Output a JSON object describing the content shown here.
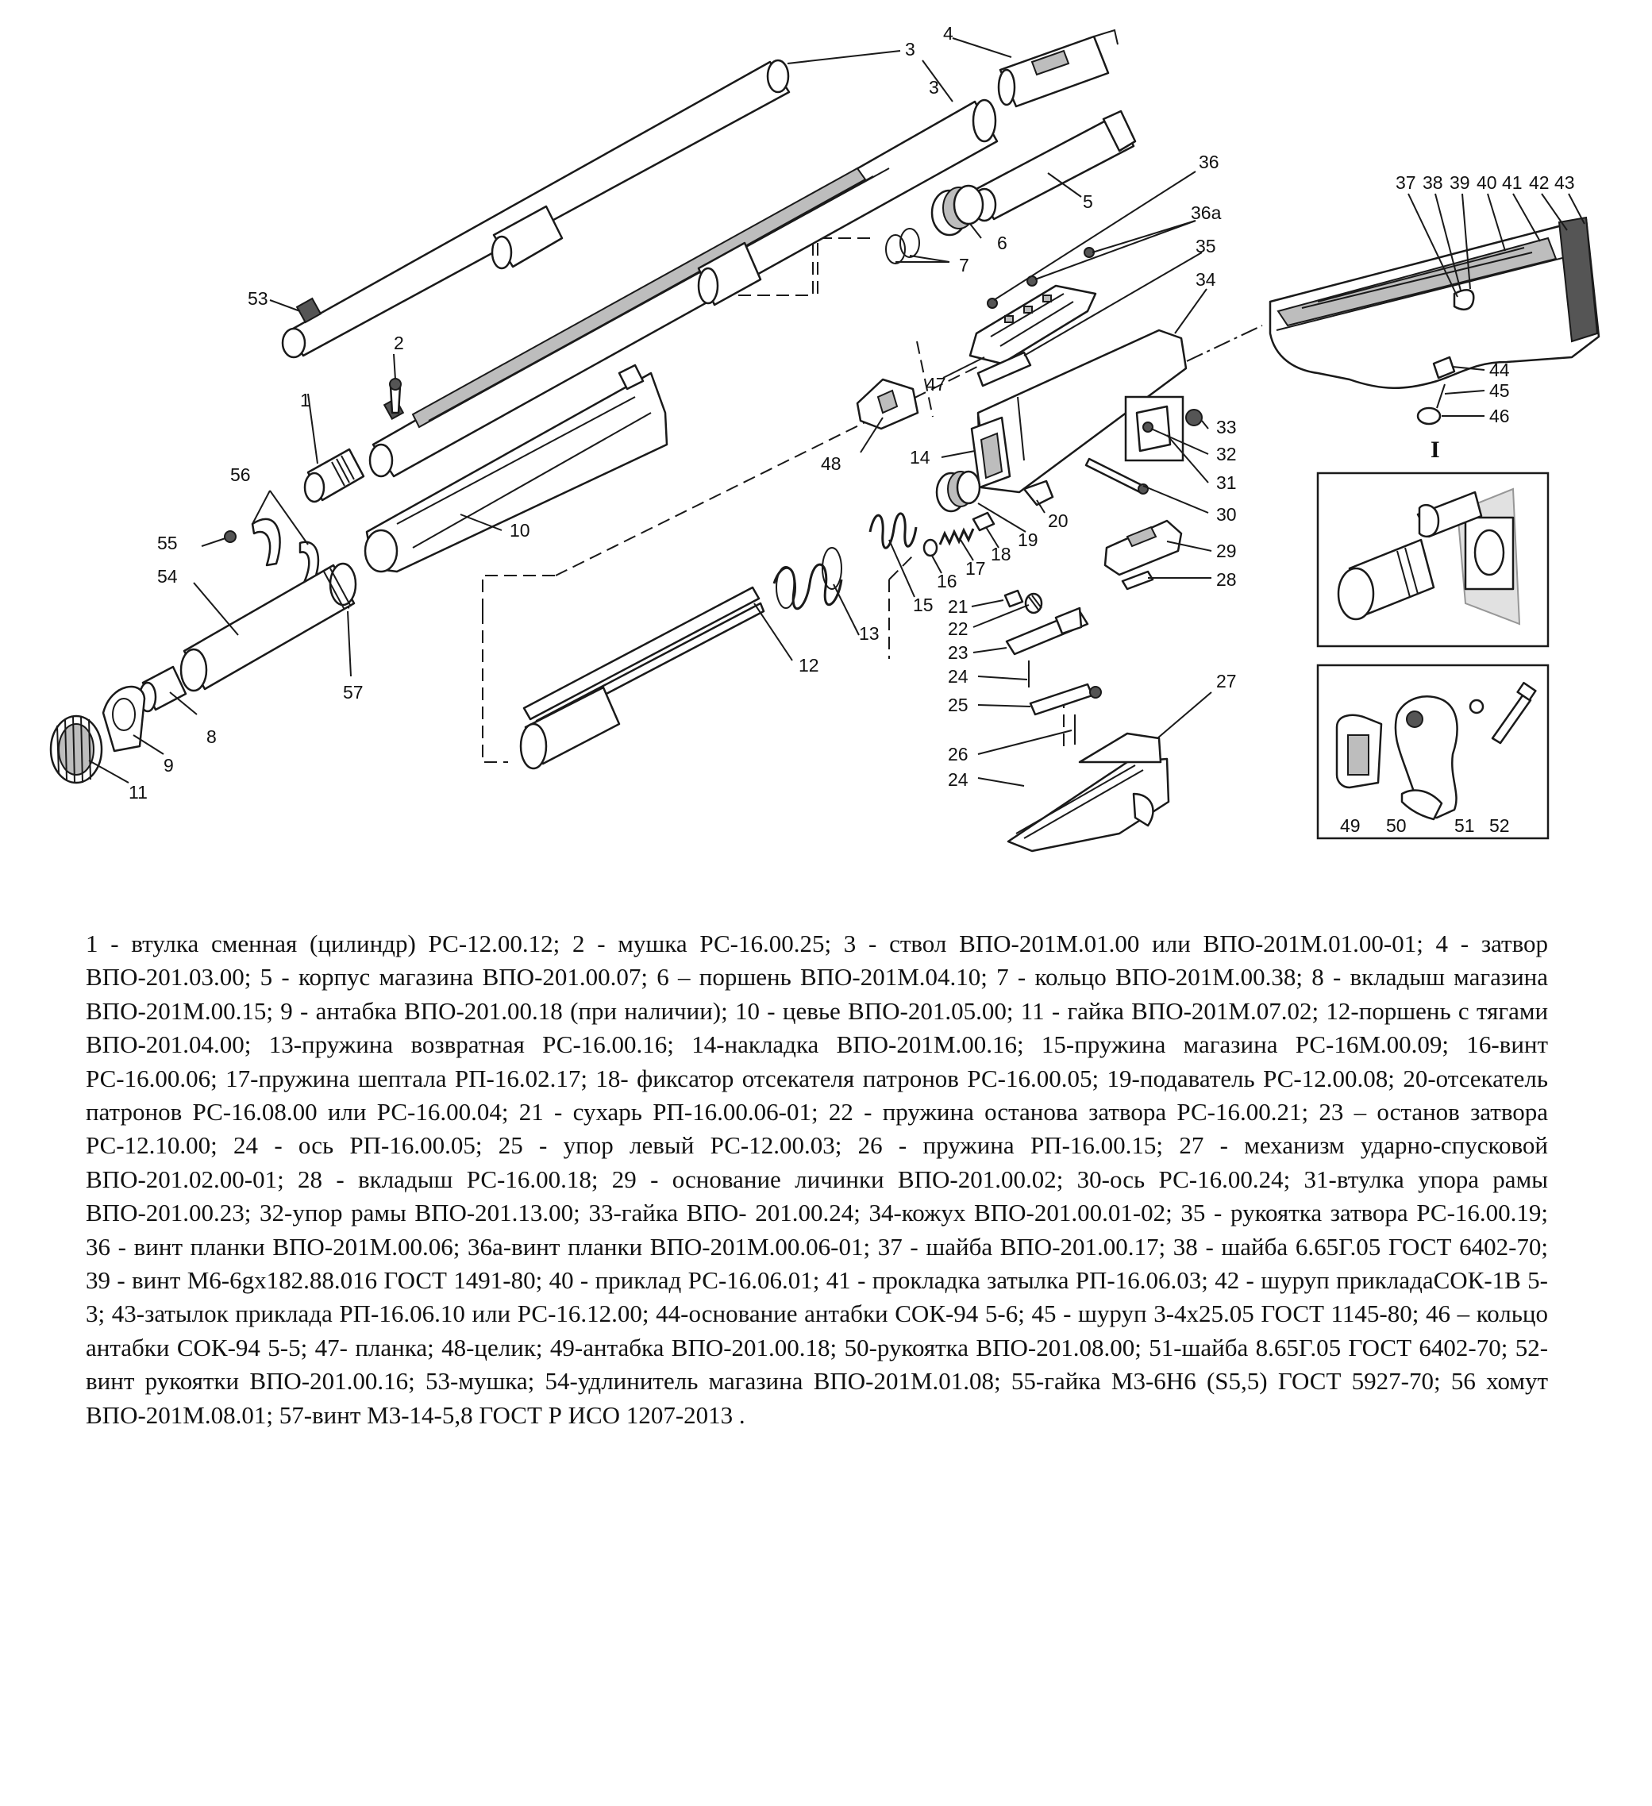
{
  "parts": [
    {
      "num": "1"
    },
    {
      "num": "2"
    },
    {
      "num": "3"
    },
    {
      "num": "3"
    },
    {
      "num": "4"
    },
    {
      "num": "5"
    },
    {
      "num": "6"
    },
    {
      "num": "7"
    },
    {
      "num": "8"
    },
    {
      "num": "9"
    },
    {
      "num": "10"
    },
    {
      "num": "11"
    },
    {
      "num": "12"
    },
    {
      "num": "13"
    },
    {
      "num": "14"
    },
    {
      "num": "15"
    },
    {
      "num": "16"
    },
    {
      "num": "17"
    },
    {
      "num": "18"
    },
    {
      "num": "19"
    },
    {
      "num": "20"
    },
    {
      "num": "21"
    },
    {
      "num": "22"
    },
    {
      "num": "23"
    },
    {
      "num": "24"
    },
    {
      "num": "25"
    },
    {
      "num": "26"
    },
    {
      "num": "24"
    },
    {
      "num": "27"
    },
    {
      "num": "28"
    },
    {
      "num": "29"
    },
    {
      "num": "30"
    },
    {
      "num": "31"
    },
    {
      "num": "32"
    },
    {
      "num": "33"
    },
    {
      "num": "34"
    },
    {
      "num": "35"
    },
    {
      "num": "36"
    },
    {
      "num": "36а"
    },
    {
      "num": "37"
    },
    {
      "num": "38"
    },
    {
      "num": "39"
    },
    {
      "num": "40"
    },
    {
      "num": "41"
    },
    {
      "num": "42"
    },
    {
      "num": "43"
    },
    {
      "num": "44"
    },
    {
      "num": "45"
    },
    {
      "num": "46"
    },
    {
      "num": "47"
    },
    {
      "num": "48"
    },
    {
      "num": "49"
    },
    {
      "num": "50"
    },
    {
      "num": "51"
    },
    {
      "num": "52"
    },
    {
      "num": "53"
    },
    {
      "num": "54"
    },
    {
      "num": "55"
    },
    {
      "num": "56"
    },
    {
      "num": "57"
    }
  ],
  "detail_title": "I",
  "legend": [
    "1 - втулка сменная (цилиндр) РС-12.00.12;",
    "2 - мушка РС-16.00.25;",
    "3 - ствол ВПО-201М.01.00 или ВПО-201М.01.00-01;",
    "4 - затвор ВПО-201.03.00;",
    "5 - корпус магазина ВПО-201.00.07;",
    "6 – поршень ВПО-201М.04.10;",
    "7 - кольцо ВПО-201М.00.38;",
    "8 - вкладыш магазина ВПО-201М.00.15;",
    "9 - антабка ВПО-201.00.18 (при наличии);",
    "10 - цевье ВПО-201.05.00;",
    "11 - гайка ВПО-201М.07.02;",
    "12-поршень с тягами ВПО-201.04.00;",
    "13-пружина возвратная РС-16.00.16;",
    "14-накладка ВПО-201М.00.16;",
    "15-пружина магазина РС-16М.00.09;",
    "16-винт РС-16.00.06;",
    "17-пружина шептала РП-16.02.17;",
    "18- фиксатор отсекателя патронов РС-16.00.05;",
    "19-подаватель РС-12.00.08;",
    "20-отсекатель патронов РС-16.08.00 или РС-16.00.04;",
    "21 - сухарь РП-16.00.06-01;",
    "22 - пружина останова затвора РС-16.00.21;",
    "23 – останов затвора РС-12.10.00;",
    "24 - ось РП-16.00.05;",
    "25 - упор левый РС-12.00.03;",
    "26 - пружина РП-16.00.15;",
    "27 - механизм ударно-спусковой ВПО-201.02.00-01;",
    "28 - вкладыш РС-16.00.18;",
    "29 - основание личинки ВПО-201.00.02;",
    "30-ось РС-16.00.24;",
    "31-втулка упора рамы ВПО-201.00.23;",
    "32-упор рамы ВПО-201.13.00;",
    "33-гайка ВПО- 201.00.24;",
    "34-кожух ВПО-201.00.01-02;",
    "35 - рукоятка затвора РС-16.00.19;",
    "36 - винт планки ВПО-201М.00.06;",
    "36а-винт планки ВПО-201М.00.06-01;",
    "37 - шайба ВПО-201.00.17;",
    "38 - шайба 6.65Г.05 ГОСТ 6402-70;",
    "39 - винт М6-6gx182.88.016 ГОСТ 1491-80;",
    "40 - приклад РС-16.06.01;",
    "41 - прокладка затылка РП-16.06.03;",
    "42 - шуруп прикладаСОК-1В 5-3;",
    "43-затылок приклада РП-16.06.10 или РС-16.12.00;",
    "44-основание антабки СОК-94 5-6;",
    "45 - шуруп 3-4х25.05 ГОСТ 1145-80;",
    "46 – кольцо антабки СОК-94 5-5;",
    "47- планка;",
    "48-целик;",
    "49-антабка ВПО-201.00.18;",
    "50-рукоятка ВПО-201.08.00;",
    "51-шайба 8.65Г.05 ГОСТ 6402-70;",
    "52-винт рукоятки ВПО-201.00.16;",
    "53-мушка;",
    "54-удлинитель магазина ВПО-201М.01.08;",
    "55-гайка М3-6Н6 (S5,5) ГОСТ 5927-70;",
    "56 хомут ВПО-201М.08.01;",
    "57-винт М3-14-5,8 ГОСТ Р ИСО 1207-2013 ."
  ]
}
